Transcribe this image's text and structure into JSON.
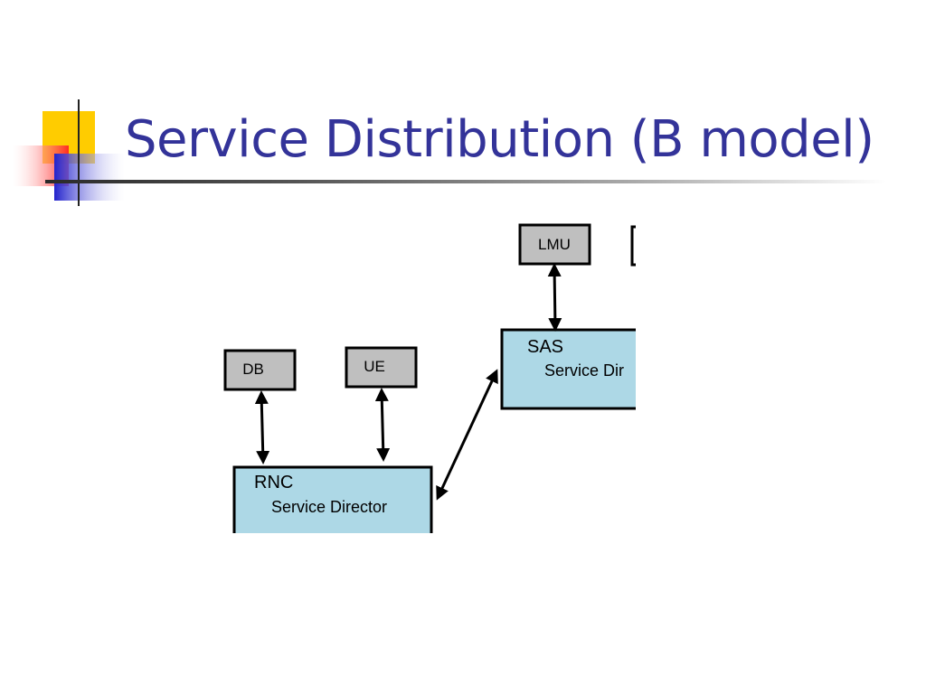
{
  "slide": {
    "title": "Service Distribution (B model)"
  },
  "diagram": {
    "nodes": {
      "lmu": {
        "label": "LMU"
      },
      "db": {
        "label": "DB"
      },
      "ue": {
        "label": "UE"
      },
      "sas": {
        "name": "SAS",
        "subtitle": "Service Dir"
      },
      "rnc": {
        "name": "RNC",
        "subtitle": "Service Director"
      }
    },
    "colors": {
      "small_box": "#bfbfbf",
      "director_box": "#add8e6",
      "title": "#333399"
    }
  }
}
